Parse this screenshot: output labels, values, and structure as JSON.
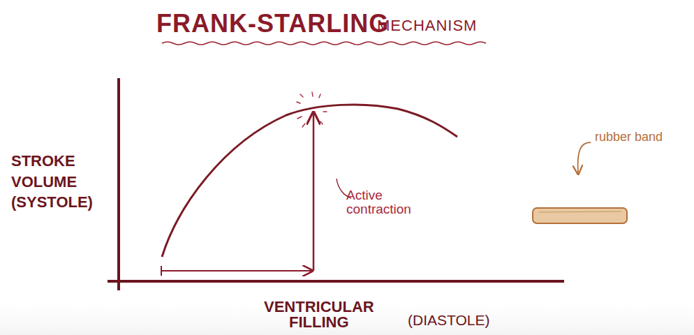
{
  "diagram": {
    "title": "FRANK-STARLING",
    "labels": [
      "MECHANISM",
      "STROKE VOLUME (SYSTOLE)",
      "Active contraction",
      "rubber band",
      "VENTRICULAR FILLING",
      "(DIASTOLE)"
    ]
  }
}
